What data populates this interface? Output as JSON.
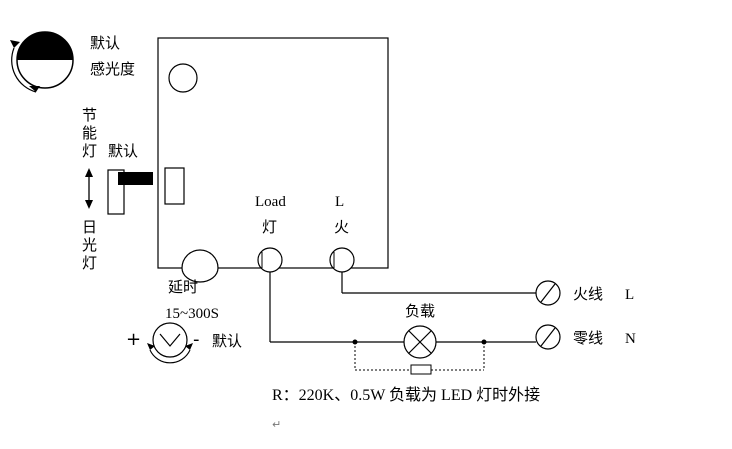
{
  "knob": {
    "line1": "默认",
    "line2": "感光度"
  },
  "switch": {
    "energy_saving": [
      "节",
      "能",
      "灯"
    ],
    "default_label": "默认",
    "fluorescent": [
      "日",
      "光",
      "灯"
    ]
  },
  "terminals": {
    "load_en": "Load",
    "load_cn": "灯",
    "live_en": "L",
    "live_cn": "火"
  },
  "delay": {
    "label": "延时",
    "range": "15~300S",
    "plus": "+",
    "minus": "-",
    "default_label": "默认"
  },
  "wiring": {
    "load_label": "负载",
    "live_cn": "火线",
    "live_code": "L",
    "neutral_cn": "零线",
    "neutral_code": "N"
  },
  "note": {
    "text": "R：220K、0.5W  负载为 LED 灯时外接",
    "para_mark": "↵"
  },
  "colors": {
    "line": "#000000",
    "background": "#ffffff"
  }
}
